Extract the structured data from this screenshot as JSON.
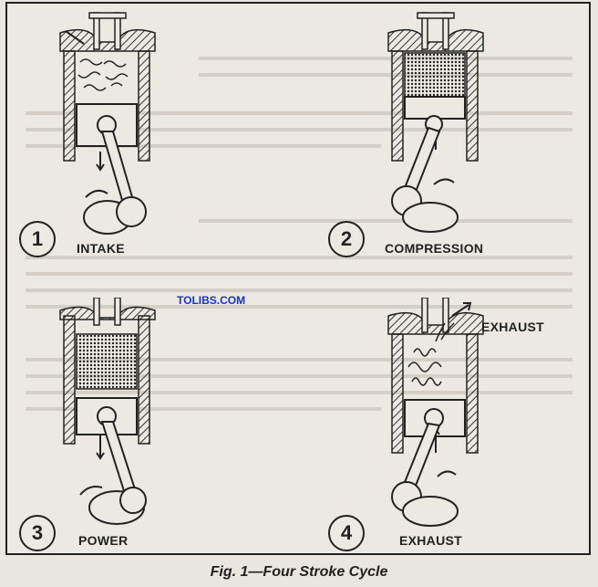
{
  "figure": {
    "watermark": "TOLIBS.COM",
    "caption": "Fig. 1—Four Stroke Cycle",
    "strokes": [
      {
        "number": "1",
        "label": "INTAKE"
      },
      {
        "number": "2",
        "label": "COMPRESSION"
      },
      {
        "number": "3",
        "label": "POWER"
      },
      {
        "number": "4",
        "label": "EXHAUST"
      }
    ],
    "exhaust_arrow_label": "EXHAUST"
  },
  "colors": {
    "ink": "#222222",
    "paper": "#ece9e2",
    "watermark": "#1a33c8"
  }
}
